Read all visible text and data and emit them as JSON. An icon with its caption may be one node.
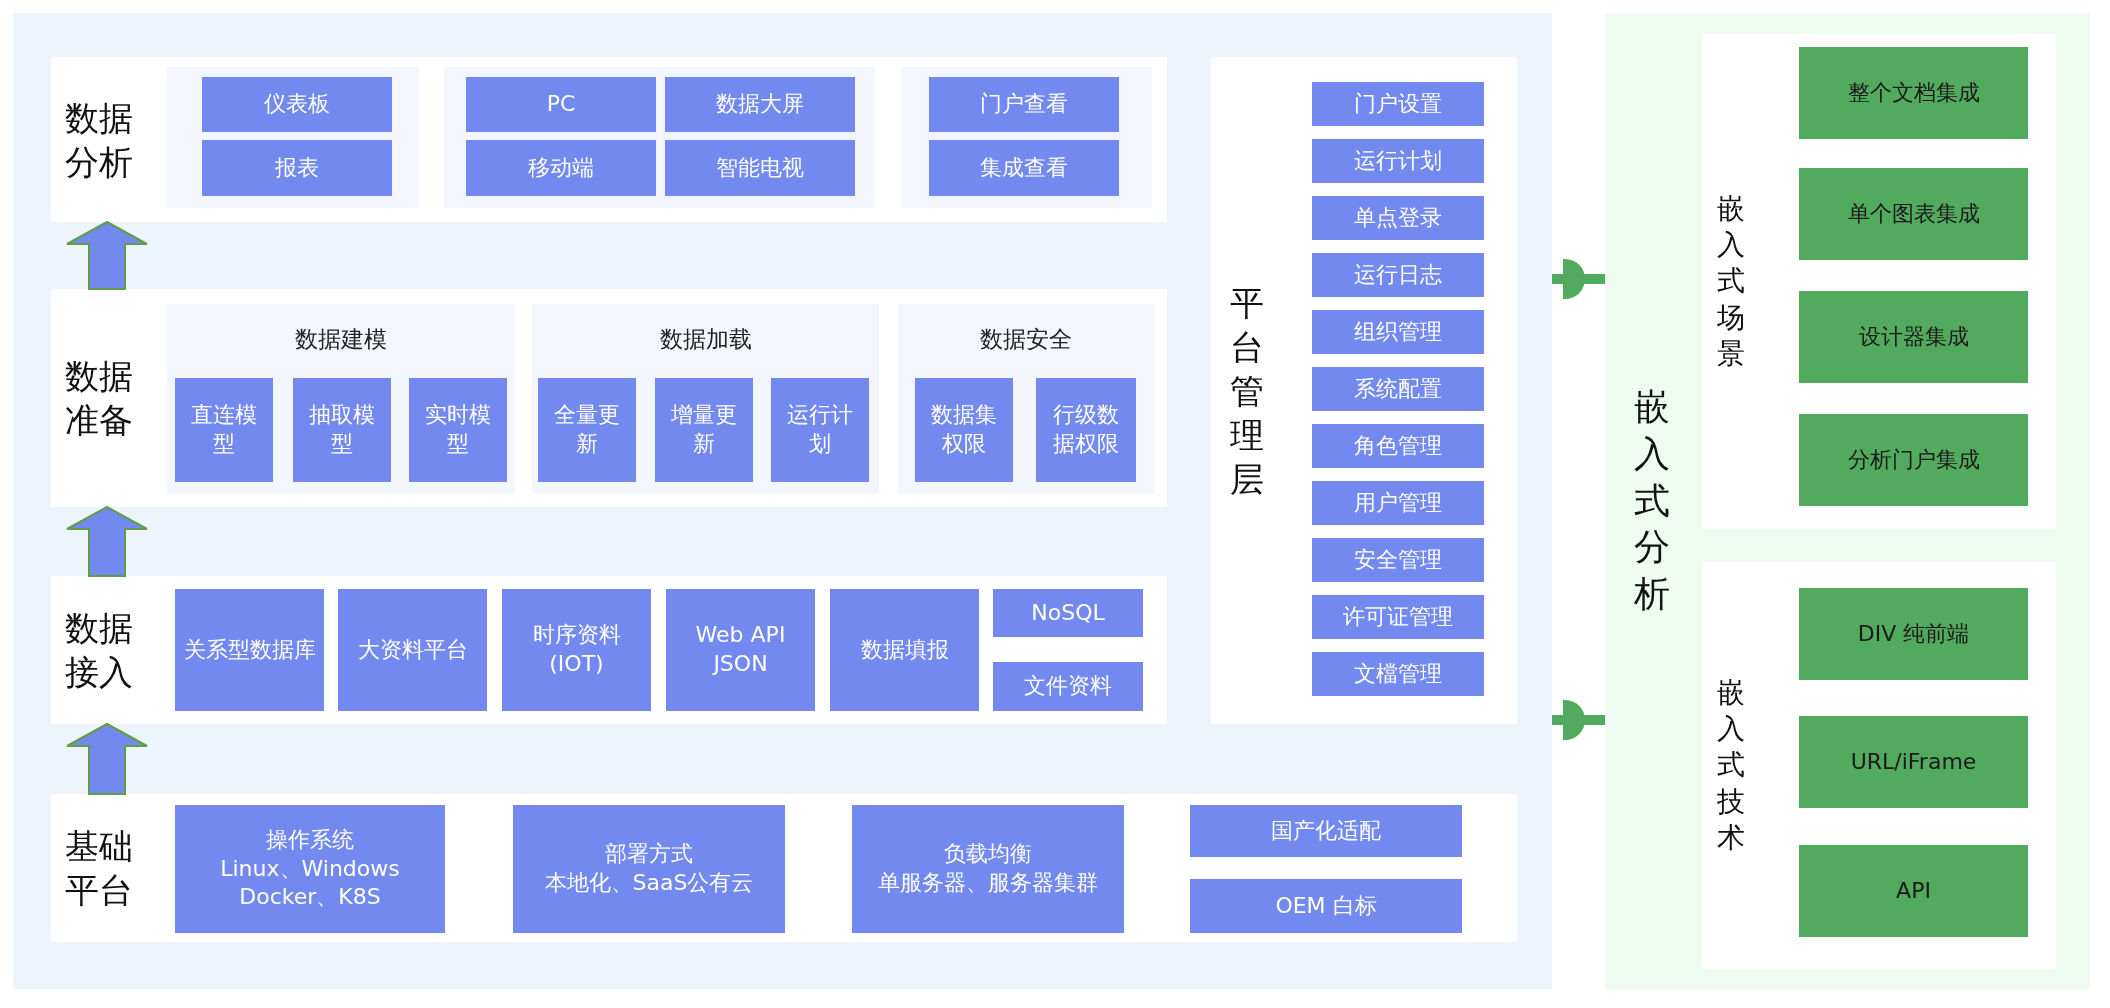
{
  "diagram": {
    "nodes": [
      {
        "text": [],
        "shape": "box"
      },
      {
        "text": [
          "数据分析"
        ],
        "in": 0
      },
      {
        "text": [],
        "shape": "box",
        "in": 1
      },
      {
        "text": [
          "仪表板"
        ],
        "in": 2
      },
      {
        "text": [
          "报表"
        ],
        "in": 2
      },
      {
        "text": [],
        "shape": "box",
        "in": 1
      },
      {
        "text": [
          "PC"
        ],
        "in": 5
      },
      {
        "text": [
          "数据大屏"
        ],
        "in": 5
      },
      {
        "text": [
          "移动端"
        ],
        "in": 5
      },
      {
        "text": [
          "智能电视"
        ],
        "in": 5
      },
      {
        "text": [],
        "shape": "box",
        "in": 1
      },
      {
        "text": [
          "门户查看"
        ],
        "in": 10
      },
      {
        "text": [
          "集成查看"
        ],
        "in": 10
      },
      {
        "text": [
          "数据准备"
        ],
        "in": 0
      },
      {
        "text": [
          "数据建模"
        ],
        "in": 13
      },
      {
        "text": [
          "直连模型"
        ],
        "in": 14
      },
      {
        "text": [
          "抽取模型"
        ],
        "in": 14
      },
      {
        "text": [
          "实时模型"
        ],
        "in": 14
      },
      {
        "text": [
          "数据加载"
        ],
        "in": 13
      },
      {
        "text": [
          "全量更新"
        ],
        "in": 18
      },
      {
        "text": [
          "增量更新"
        ],
        "in": 18
      },
      {
        "text": [
          "运行计划"
        ],
        "in": 18
      },
      {
        "text": [
          "数据安全"
        ],
        "in": 13
      },
      {
        "text": [
          "数据集权限"
        ],
        "in": 22
      },
      {
        "text": [
          "行级数据权限"
        ],
        "in": 22
      },
      {
        "text": [
          "数据接入"
        ],
        "in": 0
      },
      {
        "text": [
          "关系型数据库"
        ],
        "in": 25
      },
      {
        "text": [
          "大资料平台"
        ],
        "in": 25
      },
      {
        "text": [
          "时序资料 (IOT)"
        ],
        "in": 25
      },
      {
        "text": [
          "Web API JSON"
        ],
        "in": 25
      },
      {
        "text": [
          "数据填报"
        ],
        "in": 25
      },
      {
        "text": [
          "NoSQL"
        ],
        "in": 25
      },
      {
        "text": [
          "文件资料"
        ],
        "in": 25
      },
      {
        "text": [
          "基础平台"
        ],
        "in": 0
      },
      {
        "text": [
          "操作系统",
          "Linux、Windows Docker、K8S"
        ],
        "in": 33
      },
      {
        "text": [
          "部署方式",
          "本地化、SaaS公有云"
        ],
        "in": 33
      },
      {
        "text": [
          "负载均衡",
          "单服务器、服务器集群"
        ],
        "in": 33
      },
      {
        "text": [
          "国产化适配"
        ],
        "in": 33
      },
      {
        "text": [
          "OEM 白标"
        ],
        "in": 33
      },
      {
        "text": [
          "平台管理层"
        ],
        "in": 0
      },
      {
        "text": [
          "门户设置"
        ],
        "in": 39
      },
      {
        "text": [
          "运行计划"
        ],
        "in": 39
      },
      {
        "text": [
          "单点登录"
        ],
        "in": 39
      },
      {
        "text": [
          "运行日志"
        ],
        "in": 39
      },
      {
        "text": [
          "组织管理"
        ],
        "in": 39
      },
      {
        "text": [
          "系统配置"
        ],
        "in": 39
      },
      {
        "text": [
          "角色管理"
        ],
        "in": 39
      },
      {
        "text": [
          "用户管理"
        ],
        "in": 39
      },
      {
        "text": [
          "安全管理"
        ],
        "in": 39
      },
      {
        "text": [
          "许可证管理"
        ],
        "in": 39
      },
      {
        "text": [
          "文檔管理"
        ],
        "in": 39
      },
      {
        "text": [
          "嵌入式分析"
        ]
      },
      {
        "text": [
          "嵌入式场景"
        ],
        "in": 51
      },
      {
        "text": [
          "整个文档集成"
        ],
        "in": 52
      },
      {
        "text": [
          "单个图表集成"
        ],
        "in": 52
      },
      {
        "text": [
          "设计器集成"
        ],
        "in": 52
      },
      {
        "text": [
          "分析门户集成"
        ],
        "in": 52
      },
      {
        "text": [
          "嵌入式技术"
        ],
        "in": 51
      },
      {
        "text": [
          "DIV 纯前端"
        ],
        "in": 57
      },
      {
        "text": [
          "URL/iFrame"
        ],
        "in": 57
      },
      {
        "text": [
          "API"
        ],
        "in": 57
      }
    ],
    "edges": [
      {
        "from": 33,
        "to": 25,
        "arrow": "to"
      },
      {
        "from": 25,
        "to": 13,
        "arrow": "to"
      },
      {
        "from": 13,
        "to": 1,
        "arrow": "to"
      },
      {
        "from": 0,
        "to": 51,
        "arrow": "other",
        "color": "#52aa5e"
      },
      {
        "from": 0,
        "to": 51,
        "arrow": "other",
        "color": "#52aa5e"
      }
    ]
  }
}
